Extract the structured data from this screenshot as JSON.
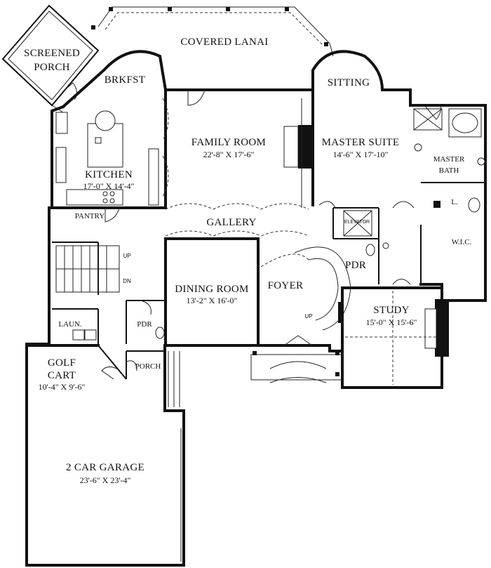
{
  "rooms": {
    "screened_porch": {
      "line1": "SCREENED",
      "line2": "PORCH"
    },
    "covered_lanai": {
      "name": "COVERED LANAI"
    },
    "brkfst": {
      "name": "BRKFST"
    },
    "sitting": {
      "name": "SITTING"
    },
    "family_room": {
      "name": "FAMILY ROOM",
      "dims": "22'-8\" X 17'-6\""
    },
    "master_suite": {
      "name": "MASTER SUITE",
      "dims": "14'-6\" X 17'-10\""
    },
    "master_bath": {
      "line1": "MASTER",
      "line2": "BATH"
    },
    "kitchen": {
      "name": "KITCHEN",
      "dims": "17'-0\" X 14'-4\""
    },
    "pantry": {
      "name": "PANTRY"
    },
    "gallery": {
      "name": "GALLERY"
    },
    "elevator": {
      "name": "ELEVATOR"
    },
    "linen": {
      "name": "L."
    },
    "wic": {
      "name": "W.I.C."
    },
    "stairs": {
      "up": "UP",
      "dn": "DN"
    },
    "pdr_center": {
      "name": "PDR"
    },
    "dining_room": {
      "name": "DINING ROOM",
      "dims": "13'-2\" X 16'-0\""
    },
    "foyer": {
      "name": "FOYER",
      "up": "UP"
    },
    "laundry": {
      "name": "LAUN."
    },
    "pdr_left": {
      "name": "PDR"
    },
    "study": {
      "name": "STUDY",
      "dims": "15'-0\" X 15'-6\""
    },
    "golf_cart": {
      "line1": "GOLF",
      "line2": "CART",
      "dims": "10'-4\" X 9'-6\""
    },
    "porch": {
      "name": "PORCH"
    },
    "garage": {
      "name": "2 CAR GARAGE",
      "dims": "23'-6\" X 23'-4\""
    }
  }
}
